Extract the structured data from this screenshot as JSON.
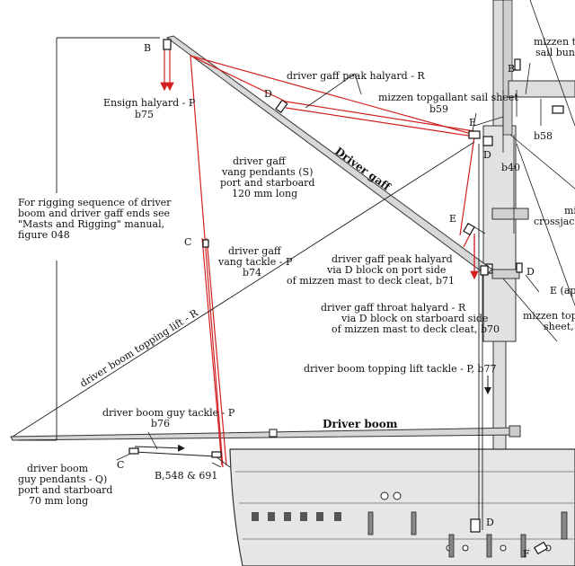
{
  "labels": {
    "b_top": "B",
    "ensign_halyard": "Ensign halyard - P",
    "ensign_halyard_ref": "b75",
    "peak_halyard_top": "driver gaff peak halyard - R",
    "d_gaff": "D",
    "mizzen_tg_sheet": "mizzen topgallant sail sheet",
    "mizzen_tg_sheet_ref": "b59",
    "e_upper": "E",
    "b58": "b58",
    "d_b40": "D",
    "b40": "b40",
    "mizzen_to_1": "mizzen to",
    "mizzen_to_2": "sail buntl",
    "b_right": "B",
    "driver_gaff": "Driver gaff",
    "vang_1": "driver gaff",
    "vang_2": "vang pendants (S)",
    "vang_3": "port and starboard",
    "vang_4": "120 mm long",
    "note_1": "For rigging sequence of driver",
    "note_2": "boom and driver gaff ends see",
    "note_3": "\"Masts and Rigging\" manual,",
    "note_4": "figure 048",
    "c_vang": "C",
    "vang_tackle_1": "driver gaff",
    "vang_tackle_2": "vang tackle - P",
    "vang_tackle_3": "b74",
    "e_lower": "E",
    "mi": "mi",
    "crossjack": "crossjack",
    "d_right": "D",
    "peak_port_1": "driver gaff peak halyard",
    "peak_port_2": "via D block on port side",
    "peak_port_3": "of mizzen mast to deck cleat, b71",
    "e_app": "E (app",
    "throat_1": "driver gaff throat halyard - R",
    "throat_2": "via D block on starboard side",
    "throat_3": "of mizzen mast to deck cleat, b70",
    "mizzen_topm_1": "mizzen topm",
    "mizzen_topm_2": "sheet, b",
    "topping_lift": "driver boom topping lift - R",
    "topping_lift_tackle": "driver boom topping lift tackle - P, b77",
    "guy_tackle_1": "driver boom guy tackle - P",
    "guy_tackle_2": "b76",
    "driver_boom": "Driver boom",
    "c_boom": "C",
    "guy_1": "driver boom",
    "guy_2": "guy pendants - Q)",
    "guy_3": "port and starboard",
    "guy_4": "70 mm long",
    "b548": "B,548 & 691",
    "d_bottom": "D",
    "f_bottom": "F"
  },
  "colors": {
    "red_line": "#d42020",
    "black_line": "#1a1a1a",
    "spar": "#d8d8d8",
    "hull": "#e4e4e4"
  }
}
